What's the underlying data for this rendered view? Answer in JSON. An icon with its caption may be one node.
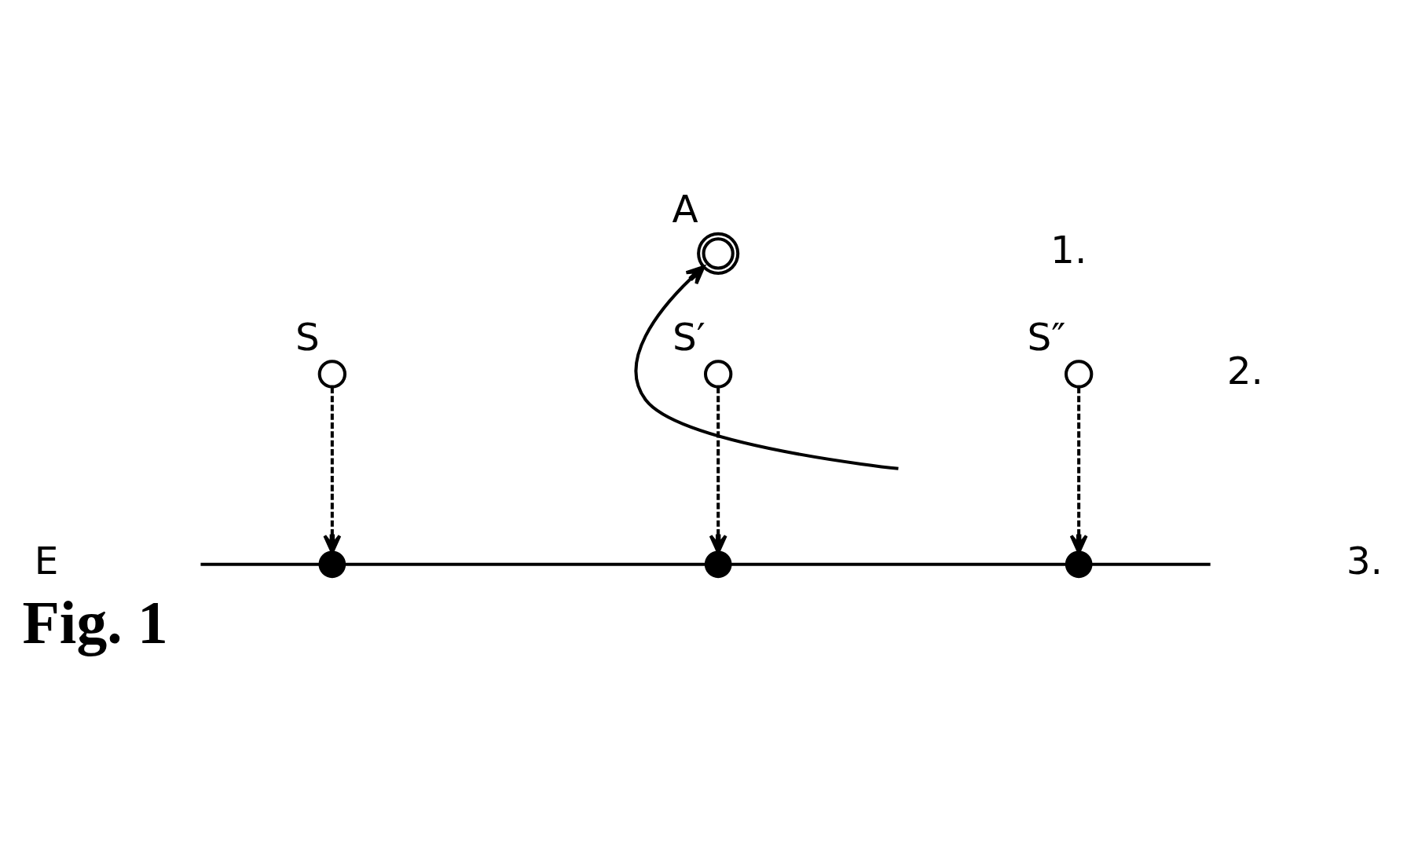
{
  "diagram": {
    "caption": "Fig. 1",
    "nodes": [
      {
        "text": [],
        "shape": "circle",
        "beside": [
          "A"
        ]
      },
      {
        "text": [],
        "shape": "circle",
        "beside": [
          "S"
        ]
      },
      {
        "text": [],
        "shape": "circle",
        "beside": [
          "S′"
        ]
      },
      {
        "text": [],
        "shape": "circle",
        "beside": [
          "S″"
        ]
      },
      {
        "text": [],
        "shape": "circle"
      },
      {
        "text": [],
        "shape": "circle"
      },
      {
        "text": [],
        "shape": "circle"
      }
    ],
    "edges": [
      {
        "from": null,
        "to": 0,
        "arrow": "to"
      },
      {
        "from": 1,
        "to": 4,
        "arrow": "to",
        "style": "dashed"
      },
      {
        "from": 2,
        "to": 5,
        "arrow": "to",
        "style": "dashed"
      },
      {
        "from": 3,
        "to": 6,
        "arrow": "to",
        "style": "dashed"
      },
      {
        "from": null,
        "to": 4,
        "arrow": "none"
      },
      {
        "from": 4,
        "to": 5,
        "arrow": "none"
      },
      {
        "from": 5,
        "to": 6,
        "arrow": "none"
      },
      {
        "from": 6,
        "to": null,
        "arrow": "none"
      }
    ],
    "labels": [
      "1.",
      "2.",
      "E",
      "3."
    ]
  }
}
